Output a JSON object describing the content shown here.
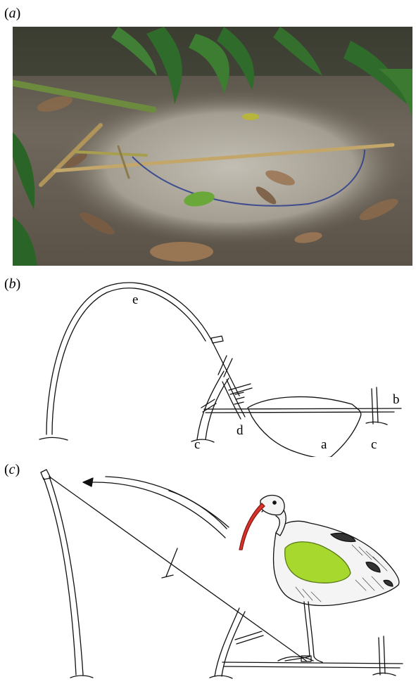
{
  "panels": {
    "a": {
      "paren_open": "(",
      "letter": "a",
      "paren_close": ")"
    },
    "b": {
      "paren_open": "(",
      "letter": "b",
      "paren_close": ")",
      "part_labels": {
        "a": "a",
        "b": "b",
        "c_left": "c",
        "c_right": "c",
        "d": "d",
        "e": "e"
      }
    },
    "c": {
      "paren_open": "(",
      "letter": "c",
      "paren_close": ")"
    }
  },
  "colors": {
    "ink": "#111111",
    "bill": "#d8342c",
    "wing": "#a6d82e",
    "soil": "#6f675c",
    "sand": "#b9b3a8",
    "foliage": "#2f6b2a",
    "leaf_litter": "#8a6a4c"
  }
}
